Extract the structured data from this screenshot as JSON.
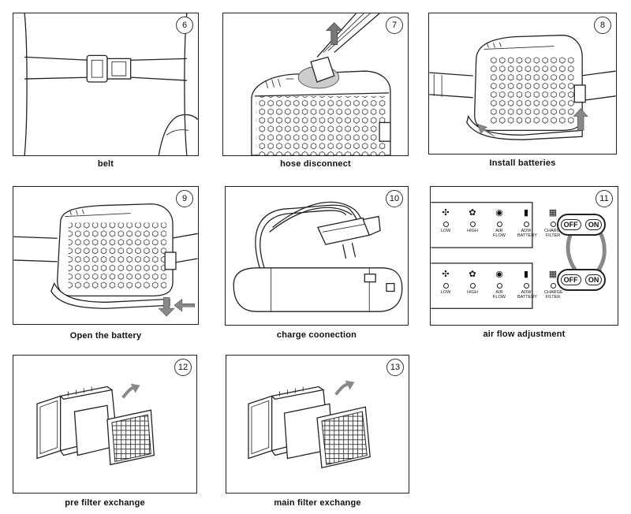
{
  "panels": [
    {
      "number": "6",
      "caption": "belt"
    },
    {
      "number": "7",
      "caption": "hose disconnect"
    },
    {
      "number": "8",
      "caption": "Install batteries"
    },
    {
      "number": "9",
      "caption": "Open the battery"
    },
    {
      "number": "10",
      "caption": "charge coonection"
    },
    {
      "number": "11",
      "caption": "air flow adjustment"
    },
    {
      "number": "12",
      "caption": "pre filter exchange"
    },
    {
      "number": "13",
      "caption": "main filter exchange"
    }
  ],
  "airflow": {
    "indicators": [
      "LOW",
      "HIGH",
      "AIR FLOW",
      "ADW BATTERY",
      "CHARGE FILTER"
    ],
    "switch_off": "OFF",
    "switch_on": "ON"
  },
  "colors": {
    "line": "#222222",
    "arrow": "#888888"
  }
}
